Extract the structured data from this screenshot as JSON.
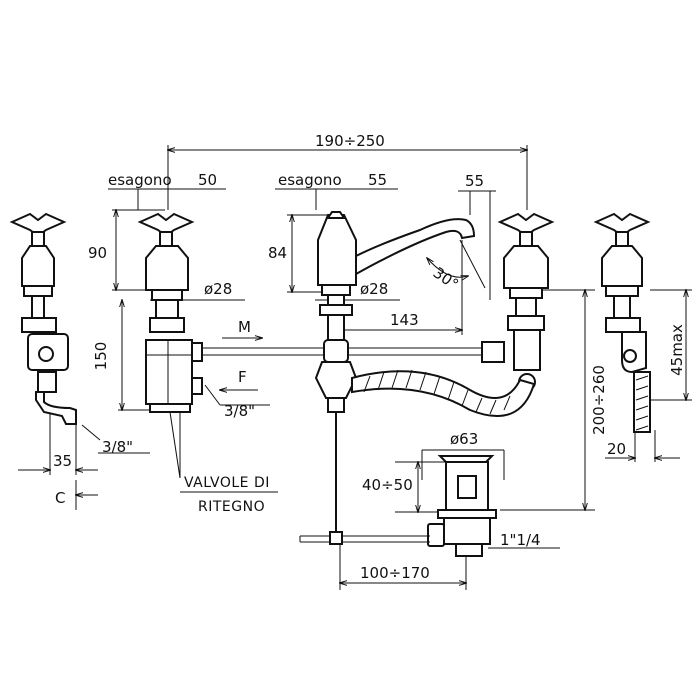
{
  "dimensions": {
    "overall_width": "190÷250",
    "hex_left_label": "esagono",
    "hex_left_value": "50",
    "hex_center_label": "esagono",
    "hex_center_value": "55",
    "spout_reach_top": "55",
    "handle_height": "90",
    "body_height": "84",
    "dia_left": "ø28",
    "dia_center": "ø28",
    "angle": "30°",
    "spout_length": "143",
    "mixer_height": "150",
    "inlet_m": "M",
    "inlet_f": "F",
    "thread_right": "3/8\"",
    "thread_left": "3/8\"",
    "offset_35": "35",
    "offset_c": "C",
    "valves_line1": "VALVOLE DI",
    "valves_line2": "RITEGNO",
    "waste_dia": "ø63",
    "pop_up": "40÷50",
    "total_height": "200÷260",
    "max_45": "45max",
    "offset_20": "20",
    "waste_thread": "1\"1/4",
    "rod_length": "100÷170"
  }
}
